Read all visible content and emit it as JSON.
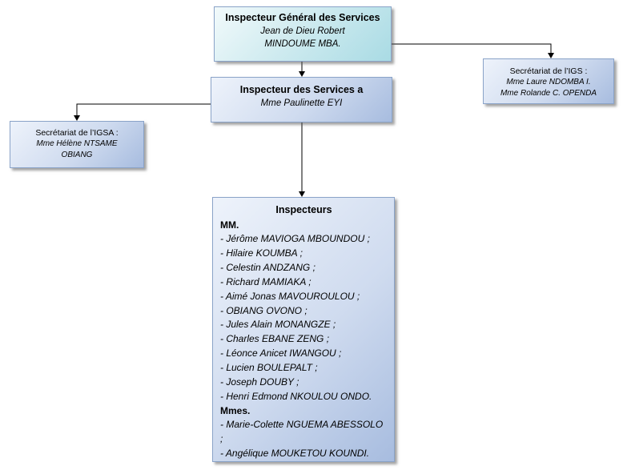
{
  "igs": {
    "title": "Inspecteur Général des Services",
    "name_line1": "Jean de Dieu Robert",
    "name_line2": "MINDOUME MBA."
  },
  "isa": {
    "title": "Inspecteur des Services a",
    "name": "Mme Paulinette EYI"
  },
  "secretariat_igs": {
    "title": "Secrétariat de l’IGS :",
    "members": [
      "Mme Laure NDOMBA I.",
      "Mme Rolande C. OPENDA"
    ]
  },
  "secretariat_igsa": {
    "title": "Secrétariat de l’IGSA :",
    "name_line1": "Mme Hélène NTSAME",
    "name_line2": "OBIANG"
  },
  "inspecteurs": {
    "title": "Inspecteurs",
    "group_men": "MM.",
    "men": [
      "- Jérôme MAVIOGA MBOUNDOU ;",
      "- Hilaire KOUMBA ;",
      "- Celestin ANDZANG ;",
      "- Richard MAMIAKA ;",
      "- Aimé Jonas MAVOUROULOU ;",
      "- OBIANG OVONO ;",
      "- Jules Alain MONANGZE ;",
      "- Charles EBANE ZENG ;",
      "- Léonce Anicet IWANGOU ;",
      "- Lucien BOULEPALT ;",
      "- Joseph DOUBY ;",
      "- Henri Edmond NKOULOU ONDO."
    ],
    "group_women": "Mmes.",
    "women": [
      "- Marie-Colette NGUEMA ABESSOLO ;",
      "- Angélique MOUKETOU KOUNDI."
    ]
  }
}
